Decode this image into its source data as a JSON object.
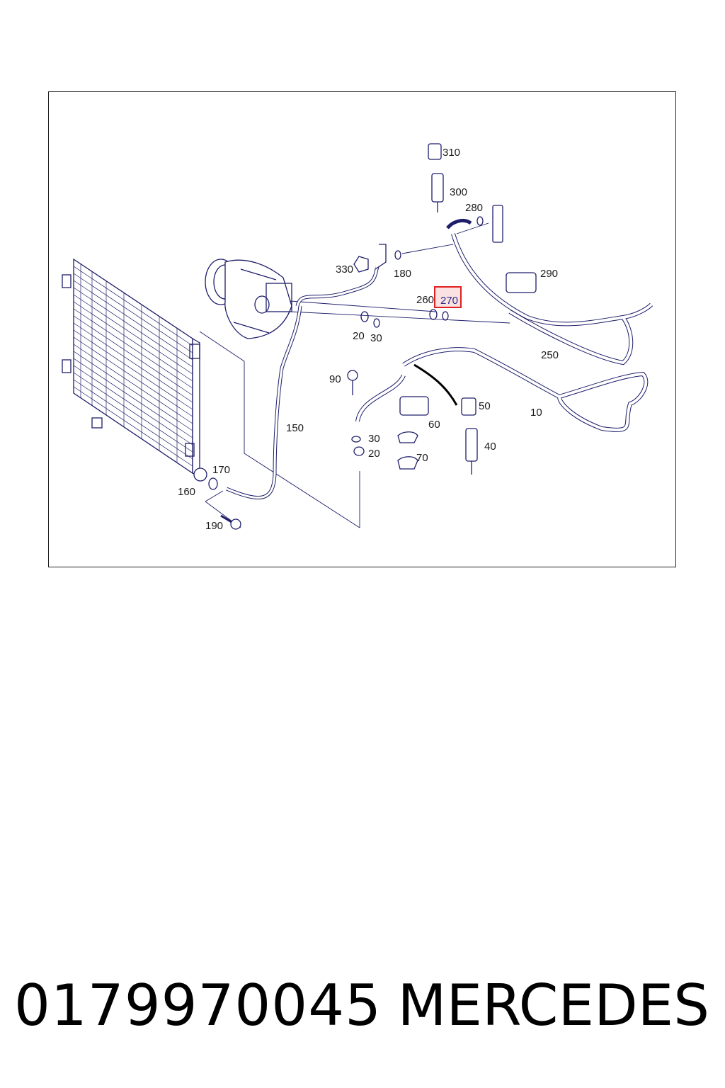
{
  "diagram": {
    "callouts": [
      {
        "id": "c310",
        "text": "310"
      },
      {
        "id": "c300",
        "text": "300"
      },
      {
        "id": "c280",
        "text": "280"
      },
      {
        "id": "c290",
        "text": "290"
      },
      {
        "id": "c330",
        "text": "330"
      },
      {
        "id": "c180",
        "text": "180"
      },
      {
        "id": "c260",
        "text": "260"
      },
      {
        "id": "c270",
        "text": "270",
        "highlighted": true
      },
      {
        "id": "c20a",
        "text": "20"
      },
      {
        "id": "c30a",
        "text": "30"
      },
      {
        "id": "c250",
        "text": "250"
      },
      {
        "id": "c90",
        "text": "90"
      },
      {
        "id": "c50",
        "text": "50"
      },
      {
        "id": "c10",
        "text": "10"
      },
      {
        "id": "c150",
        "text": "150"
      },
      {
        "id": "c60",
        "text": "60"
      },
      {
        "id": "c30b",
        "text": "30"
      },
      {
        "id": "c20b",
        "text": "20"
      },
      {
        "id": "c70",
        "text": "70"
      },
      {
        "id": "c40",
        "text": "40"
      },
      {
        "id": "c170",
        "text": "170"
      },
      {
        "id": "c160",
        "text": "160"
      },
      {
        "id": "c190",
        "text": "190"
      }
    ],
    "highlight_color": "#e02020",
    "line_color": "#1d1d6a"
  },
  "footer": {
    "part_number": "0179970045",
    "brand": "MERCEDES"
  }
}
